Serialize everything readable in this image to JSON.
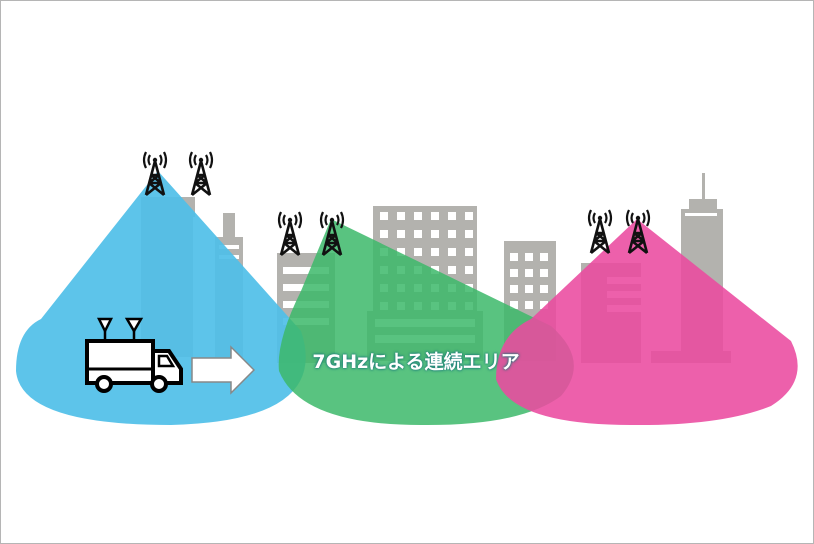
{
  "diagram": {
    "caption": "7GHzによる連続エリア",
    "colors": {
      "cell_blue": "#4fbfe8",
      "cell_green": "#3cb96a",
      "cell_pink": "#ea4a9f",
      "building": "#b3b2ae",
      "tower": "#111111",
      "border": "#b5b5b5"
    },
    "elements": {
      "cells": [
        "blue-coverage-cell",
        "green-coverage-cell",
        "pink-coverage-cell"
      ],
      "towers": [
        "tower-pair-left",
        "tower-pair-center",
        "tower-pair-right"
      ],
      "vehicle": "measurement-truck-with-antennas",
      "arrow": "movement-arrow-right"
    }
  }
}
